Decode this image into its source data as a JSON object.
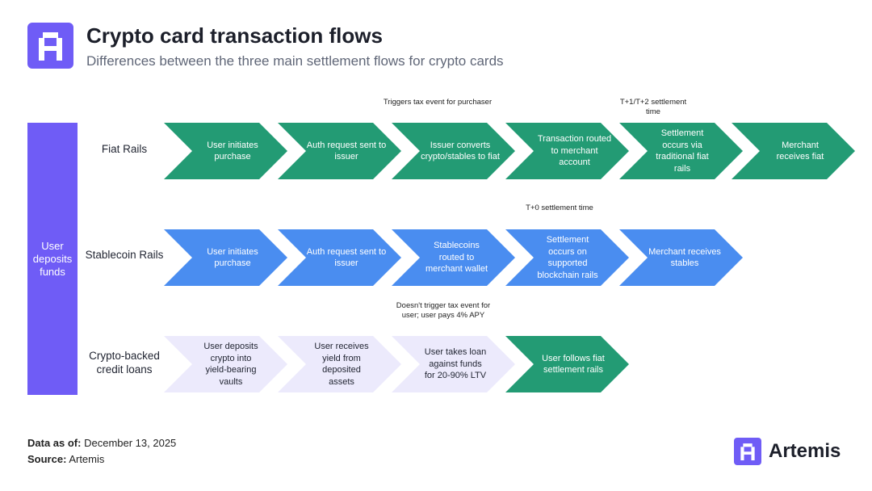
{
  "header": {
    "title": "Crypto card transaction flows",
    "subtitle": "Differences between the three main settlement flows for crypto cards"
  },
  "left_bar": {
    "label": "User deposits funds"
  },
  "colors": {
    "accent": "#6f5cf6",
    "green": "#239b74",
    "blue": "#4a8df0",
    "lavender": "#eceafc"
  },
  "rows": [
    {
      "label": "Fiat Rails",
      "steps": [
        "User initiates purchase",
        "Auth request sent to issuer",
        "Issuer converts crypto/stables to fiat",
        "Transaction routed to merchant account",
        "Settlement occurs via traditional fiat rails",
        "Merchant receives fiat"
      ],
      "notes": [
        {
          "step": 2,
          "text": "Triggers tax event for purchaser"
        },
        {
          "step": 4,
          "text": "T+1/T+2 settlement time"
        }
      ]
    },
    {
      "label": "Stablecoin Rails",
      "steps": [
        "User initiates purchase",
        "Auth request sent to issuer",
        "Stablecoins routed to merchant wallet",
        "Settlement occurs on supported blockchain rails",
        "Merchant receives stables"
      ],
      "notes": [
        {
          "step": 3,
          "text": "T+0 settlement time"
        }
      ]
    },
    {
      "label": "Crypto-backed credit loans",
      "steps": [
        "User deposits crypto into yield-bearing vaults",
        "User receives yield from deposited assets",
        "User takes loan against funds for 20-90% LTV",
        "User follows fiat settlement rails"
      ],
      "notes": [
        {
          "step": 2,
          "text": "Doesn't trigger tax event for user; user pays 4% APY"
        }
      ]
    }
  ],
  "footer": {
    "data_label": "Data as of:",
    "data_value": "December 13, 2025",
    "source_label": "Source:",
    "source_value": "Artemis"
  },
  "brand": {
    "name": "Artemis"
  }
}
